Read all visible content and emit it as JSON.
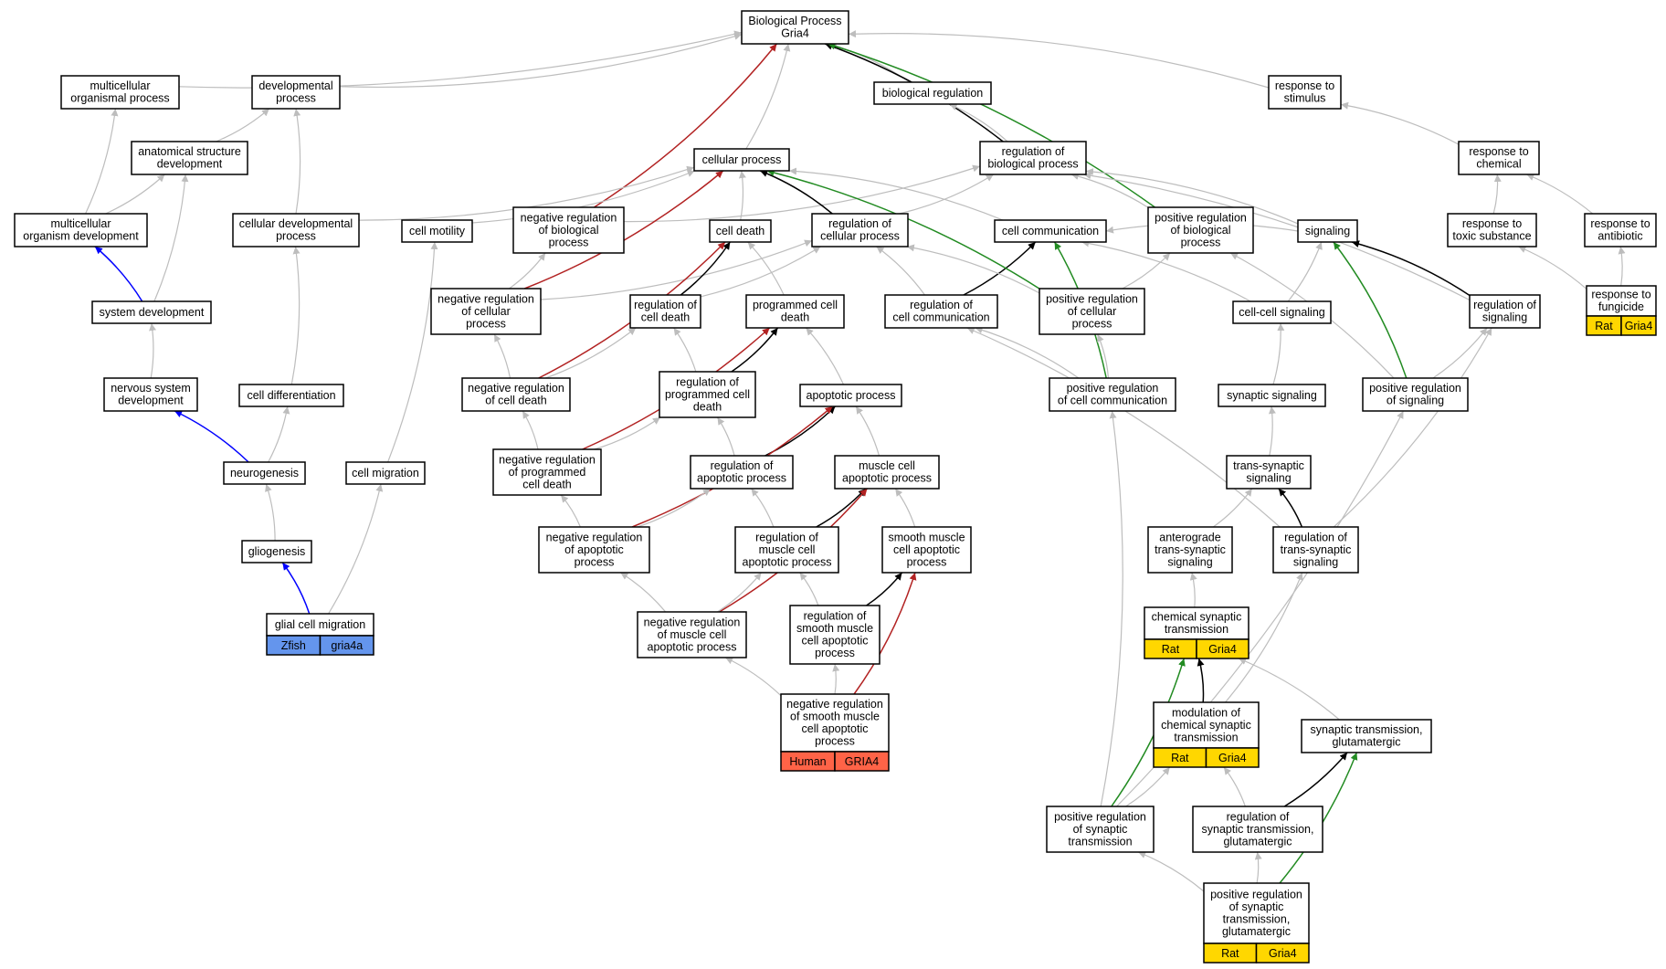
{
  "diagram": {
    "title_node": "bp",
    "colors": {
      "gray": "#bdbdbd",
      "black": "#000000",
      "red": "#b22222",
      "green": "#228b22",
      "blue": "#0000ff",
      "rat_gold": "#ffd700",
      "zfish_blue": "#6495ed",
      "human_tomato": "#ff6347"
    },
    "nodes": [
      {
        "id": "bp",
        "lines": [
          "Biological Process",
          "Gria4"
        ]
      },
      {
        "id": "mop",
        "lines": [
          "multicellular",
          "organismal process"
        ]
      },
      {
        "id": "dp",
        "lines": [
          "developmental",
          "process"
        ]
      },
      {
        "id": "breg",
        "lines": [
          "biological regulation"
        ]
      },
      {
        "id": "rts",
        "lines": [
          "response to",
          "stimulus"
        ]
      },
      {
        "id": "asd",
        "lines": [
          "anatomical structure",
          "development"
        ]
      },
      {
        "id": "cp",
        "lines": [
          "cellular process"
        ]
      },
      {
        "id": "rbp",
        "lines": [
          "regulation of",
          "biological process"
        ]
      },
      {
        "id": "rtc",
        "lines": [
          "response to",
          "chemical"
        ]
      },
      {
        "id": "mod",
        "lines": [
          "multicellular",
          "organism development"
        ]
      },
      {
        "id": "cdp",
        "lines": [
          "cellular developmental",
          "process"
        ]
      },
      {
        "id": "cm",
        "lines": [
          "cell motility"
        ]
      },
      {
        "id": "nrbp",
        "lines": [
          "negative regulation",
          "of biological",
          "process"
        ]
      },
      {
        "id": "cd",
        "lines": [
          "cell death"
        ]
      },
      {
        "id": "rcp",
        "lines": [
          "regulation of",
          "cellular process"
        ]
      },
      {
        "id": "cc",
        "lines": [
          "cell communication"
        ]
      },
      {
        "id": "prbp",
        "lines": [
          "positive regulation",
          "of biological",
          "process"
        ]
      },
      {
        "id": "sig",
        "lines": [
          "signaling"
        ]
      },
      {
        "id": "rtts",
        "lines": [
          "response to",
          "toxic substance"
        ]
      },
      {
        "id": "rta",
        "lines": [
          "response to",
          "antibiotic"
        ]
      },
      {
        "id": "sd",
        "lines": [
          "system development"
        ]
      },
      {
        "id": "nrcp",
        "lines": [
          "negative regulation",
          "of cellular",
          "process"
        ]
      },
      {
        "id": "rcd",
        "lines": [
          "regulation of",
          "cell death"
        ]
      },
      {
        "id": "pcd",
        "lines": [
          "programmed cell",
          "death"
        ]
      },
      {
        "id": "rcc",
        "lines": [
          "regulation of",
          "cell communication"
        ]
      },
      {
        "id": "prcp",
        "lines": [
          "positive regulation",
          "of cellular",
          "process"
        ]
      },
      {
        "id": "ccs",
        "lines": [
          "cell-cell signaling"
        ]
      },
      {
        "id": "rsig",
        "lines": [
          "regulation of",
          "signaling"
        ]
      },
      {
        "id": "rtf",
        "lines": [
          "response to",
          "fungicide"
        ],
        "tags": [
          {
            "label": "Rat",
            "color": "rat_gold"
          },
          {
            "label": "Gria4",
            "color": "rat_gold"
          }
        ]
      },
      {
        "id": "nsd",
        "lines": [
          "nervous system",
          "development"
        ]
      },
      {
        "id": "cdiff",
        "lines": [
          "cell differentiation"
        ]
      },
      {
        "id": "nrcd",
        "lines": [
          "negative regulation",
          "of cell death"
        ]
      },
      {
        "id": "rpcd",
        "lines": [
          "regulation of",
          "programmed cell",
          "death"
        ]
      },
      {
        "id": "ap",
        "lines": [
          "apoptotic process"
        ]
      },
      {
        "id": "prcc",
        "lines": [
          "positive regulation",
          "of cell communication"
        ]
      },
      {
        "id": "ss",
        "lines": [
          "synaptic signaling"
        ]
      },
      {
        "id": "prsig",
        "lines": [
          "positive regulation",
          "of signaling"
        ]
      },
      {
        "id": "neur",
        "lines": [
          "neurogenesis"
        ]
      },
      {
        "id": "cmig",
        "lines": [
          "cell migration"
        ]
      },
      {
        "id": "nrpcd",
        "lines": [
          "negative regulation",
          "of programmed",
          "cell death"
        ]
      },
      {
        "id": "rap",
        "lines": [
          "regulation of",
          "apoptotic process"
        ]
      },
      {
        "id": "mcap",
        "lines": [
          "muscle cell",
          "apoptotic process"
        ]
      },
      {
        "id": "tss",
        "lines": [
          "trans-synaptic",
          "signaling"
        ]
      },
      {
        "id": "glio",
        "lines": [
          "gliogenesis"
        ]
      },
      {
        "id": "nrap",
        "lines": [
          "negative regulation",
          "of apoptotic",
          "process"
        ]
      },
      {
        "id": "rmcap",
        "lines": [
          "regulation of",
          "muscle cell",
          "apoptotic process"
        ]
      },
      {
        "id": "smcap",
        "lines": [
          "smooth muscle",
          "cell apoptotic",
          "process"
        ]
      },
      {
        "id": "atss",
        "lines": [
          "anterograde",
          "trans-synaptic",
          "signaling"
        ]
      },
      {
        "id": "rtss",
        "lines": [
          "regulation of",
          "trans-synaptic",
          "signaling"
        ]
      },
      {
        "id": "gcm",
        "lines": [
          "glial cell migration"
        ],
        "tags": [
          {
            "label": "Zfish",
            "color": "zfish_blue"
          },
          {
            "label": "gria4a",
            "color": "zfish_blue"
          }
        ]
      },
      {
        "id": "nrmcap",
        "lines": [
          "negative regulation",
          "of muscle cell",
          "apoptotic process"
        ]
      },
      {
        "id": "rsmcap",
        "lines": [
          "regulation of",
          "smooth muscle",
          "cell apoptotic",
          "process"
        ]
      },
      {
        "id": "chst",
        "lines": [
          "chemical synaptic",
          "transmission"
        ],
        "tags": [
          {
            "label": "Rat",
            "color": "rat_gold"
          },
          {
            "label": "Gria4",
            "color": "rat_gold"
          }
        ]
      },
      {
        "id": "nrsmcap",
        "lines": [
          "negative regulation",
          "of smooth muscle",
          "cell apoptotic",
          "process"
        ],
        "tags": [
          {
            "label": "Human",
            "color": "human_tomato"
          },
          {
            "label": "GRIA4",
            "color": "human_tomato"
          }
        ]
      },
      {
        "id": "mcst",
        "lines": [
          "modulation of",
          "chemical synaptic",
          "transmission"
        ],
        "tags": [
          {
            "label": "Rat",
            "color": "rat_gold"
          },
          {
            "label": "Gria4",
            "color": "rat_gold"
          }
        ]
      },
      {
        "id": "stg",
        "lines": [
          "synaptic transmission,",
          "glutamatergic"
        ]
      },
      {
        "id": "prst",
        "lines": [
          "positive regulation",
          "of synaptic",
          "transmission"
        ]
      },
      {
        "id": "rstg",
        "lines": [
          "regulation of",
          "synaptic transmission,",
          "glutamatergic"
        ]
      },
      {
        "id": "prstg",
        "lines": [
          "positive regulation",
          "of synaptic",
          "transmission,",
          "glutamatergic"
        ],
        "tags": [
          {
            "label": "Rat",
            "color": "rat_gold"
          },
          {
            "label": "Gria4",
            "color": "rat_gold"
          }
        ]
      }
    ],
    "edges": [
      {
        "from": "mop",
        "to": "bp",
        "color": "gray"
      },
      {
        "from": "dp",
        "to": "bp",
        "color": "gray"
      },
      {
        "from": "breg",
        "to": "bp",
        "color": "gray"
      },
      {
        "from": "rts",
        "to": "bp",
        "color": "gray"
      },
      {
        "from": "cp",
        "to": "bp",
        "color": "gray"
      },
      {
        "from": "rbp",
        "to": "bp",
        "color": "black"
      },
      {
        "from": "nrbp",
        "to": "bp",
        "color": "red"
      },
      {
        "from": "prbp",
        "to": "bp",
        "color": "green"
      },
      {
        "from": "asd",
        "to": "dp",
        "color": "gray"
      },
      {
        "from": "mod",
        "to": "mop",
        "color": "gray"
      },
      {
        "from": "mod",
        "to": "asd",
        "color": "gray"
      },
      {
        "from": "sd",
        "to": "asd",
        "color": "gray"
      },
      {
        "from": "sd",
        "to": "mod",
        "color": "blue"
      },
      {
        "from": "nsd",
        "to": "sd",
        "color": "gray"
      },
      {
        "from": "neur",
        "to": "nsd",
        "color": "blue"
      },
      {
        "from": "neur",
        "to": "cdiff",
        "color": "gray"
      },
      {
        "from": "cdiff",
        "to": "cdp",
        "color": "gray"
      },
      {
        "from": "cdp",
        "to": "dp",
        "color": "gray"
      },
      {
        "from": "cdp",
        "to": "cp",
        "color": "gray"
      },
      {
        "from": "glio",
        "to": "neur",
        "color": "gray"
      },
      {
        "from": "gcm",
        "to": "glio",
        "color": "blue"
      },
      {
        "from": "gcm",
        "to": "cmig",
        "color": "gray"
      },
      {
        "from": "cmig",
        "to": "cm",
        "color": "gray"
      },
      {
        "from": "cm",
        "to": "cp",
        "color": "gray"
      },
      {
        "from": "rbp",
        "to": "breg",
        "color": "gray"
      },
      {
        "from": "rtc",
        "to": "rts",
        "color": "gray"
      },
      {
        "from": "rtts",
        "to": "rtc",
        "color": "gray"
      },
      {
        "from": "rta",
        "to": "rtc",
        "color": "gray"
      },
      {
        "from": "rtf",
        "to": "rtts",
        "color": "gray"
      },
      {
        "from": "rtf",
        "to": "rta",
        "color": "gray"
      },
      {
        "from": "nrbp",
        "to": "rbp",
        "color": "gray"
      },
      {
        "from": "cd",
        "to": "cp",
        "color": "gray"
      },
      {
        "from": "rcp",
        "to": "cp",
        "color": "black"
      },
      {
        "from": "rcp",
        "to": "rbp",
        "color": "gray"
      },
      {
        "from": "cc",
        "to": "cp",
        "color": "gray"
      },
      {
        "from": "prbp",
        "to": "rbp",
        "color": "gray"
      },
      {
        "from": "sig",
        "to": "cc",
        "color": "gray"
      },
      {
        "from": "sig",
        "to": "rbp",
        "color": "gray"
      },
      {
        "from": "nrcp",
        "to": "cp",
        "color": "red"
      },
      {
        "from": "nrcp",
        "to": "nrbp",
        "color": "gray"
      },
      {
        "from": "nrcp",
        "to": "rcp",
        "color": "gray"
      },
      {
        "from": "rcd",
        "to": "cd",
        "color": "black"
      },
      {
        "from": "rcd",
        "to": "rcp",
        "color": "gray"
      },
      {
        "from": "pcd",
        "to": "cd",
        "color": "gray"
      },
      {
        "from": "rcc",
        "to": "cc",
        "color": "black"
      },
      {
        "from": "rcc",
        "to": "rcp",
        "color": "gray"
      },
      {
        "from": "prcp",
        "to": "cp",
        "color": "green"
      },
      {
        "from": "prcp",
        "to": "rcp",
        "color": "gray"
      },
      {
        "from": "prcp",
        "to": "prbp",
        "color": "gray"
      },
      {
        "from": "ccs",
        "to": "cc",
        "color": "gray"
      },
      {
        "from": "ccs",
        "to": "sig",
        "color": "gray"
      },
      {
        "from": "rsig",
        "to": "sig",
        "color": "black"
      },
      {
        "from": "rsig",
        "to": "rbp",
        "color": "gray"
      },
      {
        "from": "nrcd",
        "to": "cd",
        "color": "red"
      },
      {
        "from": "nrcd",
        "to": "nrcp",
        "color": "gray"
      },
      {
        "from": "nrcd",
        "to": "rcd",
        "color": "gray"
      },
      {
        "from": "rpcd",
        "to": "pcd",
        "color": "black"
      },
      {
        "from": "rpcd",
        "to": "rcd",
        "color": "gray"
      },
      {
        "from": "ap",
        "to": "pcd",
        "color": "gray"
      },
      {
        "from": "prcc",
        "to": "cc",
        "color": "green"
      },
      {
        "from": "prcc",
        "to": "rcc",
        "color": "gray"
      },
      {
        "from": "prcc",
        "to": "prcp",
        "color": "gray"
      },
      {
        "from": "ss",
        "to": "ccs",
        "color": "gray"
      },
      {
        "from": "prsig",
        "to": "sig",
        "color": "green"
      },
      {
        "from": "prsig",
        "to": "rsig",
        "color": "gray"
      },
      {
        "from": "prsig",
        "to": "prbp",
        "color": "gray"
      },
      {
        "from": "nrpcd",
        "to": "pcd",
        "color": "red"
      },
      {
        "from": "nrpcd",
        "to": "nrcd",
        "color": "gray"
      },
      {
        "from": "nrpcd",
        "to": "rpcd",
        "color": "gray"
      },
      {
        "from": "rap",
        "to": "ap",
        "color": "black"
      },
      {
        "from": "rap",
        "to": "rpcd",
        "color": "gray"
      },
      {
        "from": "mcap",
        "to": "ap",
        "color": "gray"
      },
      {
        "from": "tss",
        "to": "ss",
        "color": "gray"
      },
      {
        "from": "nrap",
        "to": "ap",
        "color": "red"
      },
      {
        "from": "nrap",
        "to": "nrpcd",
        "color": "gray"
      },
      {
        "from": "nrap",
        "to": "rap",
        "color": "gray"
      },
      {
        "from": "rmcap",
        "to": "mcap",
        "color": "black"
      },
      {
        "from": "rmcap",
        "to": "rap",
        "color": "gray"
      },
      {
        "from": "smcap",
        "to": "mcap",
        "color": "gray"
      },
      {
        "from": "atss",
        "to": "tss",
        "color": "gray"
      },
      {
        "from": "rtss",
        "to": "tss",
        "color": "black"
      },
      {
        "from": "rtss",
        "to": "rsig",
        "color": "gray"
      },
      {
        "from": "rtss",
        "to": "rcc",
        "color": "gray"
      },
      {
        "from": "nrmcap",
        "to": "mcap",
        "color": "red"
      },
      {
        "from": "nrmcap",
        "to": "nrap",
        "color": "gray"
      },
      {
        "from": "nrmcap",
        "to": "rmcap",
        "color": "gray"
      },
      {
        "from": "rsmcap",
        "to": "smcap",
        "color": "black"
      },
      {
        "from": "rsmcap",
        "to": "rmcap",
        "color": "gray"
      },
      {
        "from": "chst",
        "to": "atss",
        "color": "gray"
      },
      {
        "from": "nrsmcap",
        "to": "smcap",
        "color": "red"
      },
      {
        "from": "nrsmcap",
        "to": "nrmcap",
        "color": "gray"
      },
      {
        "from": "nrsmcap",
        "to": "rsmcap",
        "color": "gray"
      },
      {
        "from": "mcst",
        "to": "chst",
        "color": "black"
      },
      {
        "from": "mcst",
        "to": "rtss",
        "color": "gray"
      },
      {
        "from": "stg",
        "to": "chst",
        "color": "gray"
      },
      {
        "from": "prst",
        "to": "chst",
        "color": "green"
      },
      {
        "from": "prst",
        "to": "mcst",
        "color": "gray"
      },
      {
        "from": "prst",
        "to": "prcc",
        "color": "gray"
      },
      {
        "from": "prst",
        "to": "prsig",
        "color": "gray"
      },
      {
        "from": "rstg",
        "to": "stg",
        "color": "black"
      },
      {
        "from": "rstg",
        "to": "mcst",
        "color": "gray"
      },
      {
        "from": "prstg",
        "to": "stg",
        "color": "green"
      },
      {
        "from": "prstg",
        "to": "rstg",
        "color": "gray"
      },
      {
        "from": "prstg",
        "to": "prst",
        "color": "gray"
      }
    ]
  }
}
